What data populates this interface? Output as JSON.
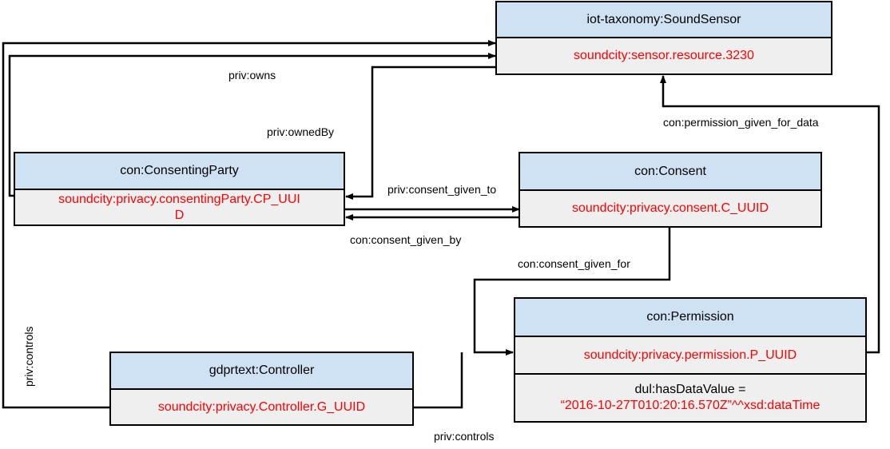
{
  "nodes": {
    "sound_sensor": {
      "type": "iot-taxonomy:SoundSensor",
      "id": "soundcity:sensor.resource.3230"
    },
    "consenting_party": {
      "type": "con:ConsentingParty",
      "id_line1": "soundcity:privacy.consentingParty.CP_UUI",
      "id_line2": "D"
    },
    "consent": {
      "type": "con:Consent",
      "id": "soundcity:privacy.consent.C_UUID"
    },
    "permission": {
      "type": "con:Permission",
      "id": "soundcity:privacy.permission.P_UUID",
      "value_line1": "dul:hasDataValue =",
      "value_line2": "“2016-10-27T010:20:16.570Z”^^xsd:dataTime"
    },
    "controller": {
      "type": "gdprtext:Controller",
      "id": "soundcity:privacy.Controller.G_UUID"
    }
  },
  "edges": {
    "owns": "priv:owns",
    "owned_by": "priv:ownedBy",
    "consent_given_to": "priv:consent_given_to",
    "consent_given_by": "con:consent_given_by",
    "consent_given_for": "con:consent_given_for",
    "permission_given_for_data": "con:permission_given_for_data",
    "controls_left": "priv:controls",
    "controls_bottom": "priv:controls"
  },
  "colors": {
    "header": "#cfe2f3",
    "body": "#efefef",
    "id_text": "#ff0000"
  }
}
